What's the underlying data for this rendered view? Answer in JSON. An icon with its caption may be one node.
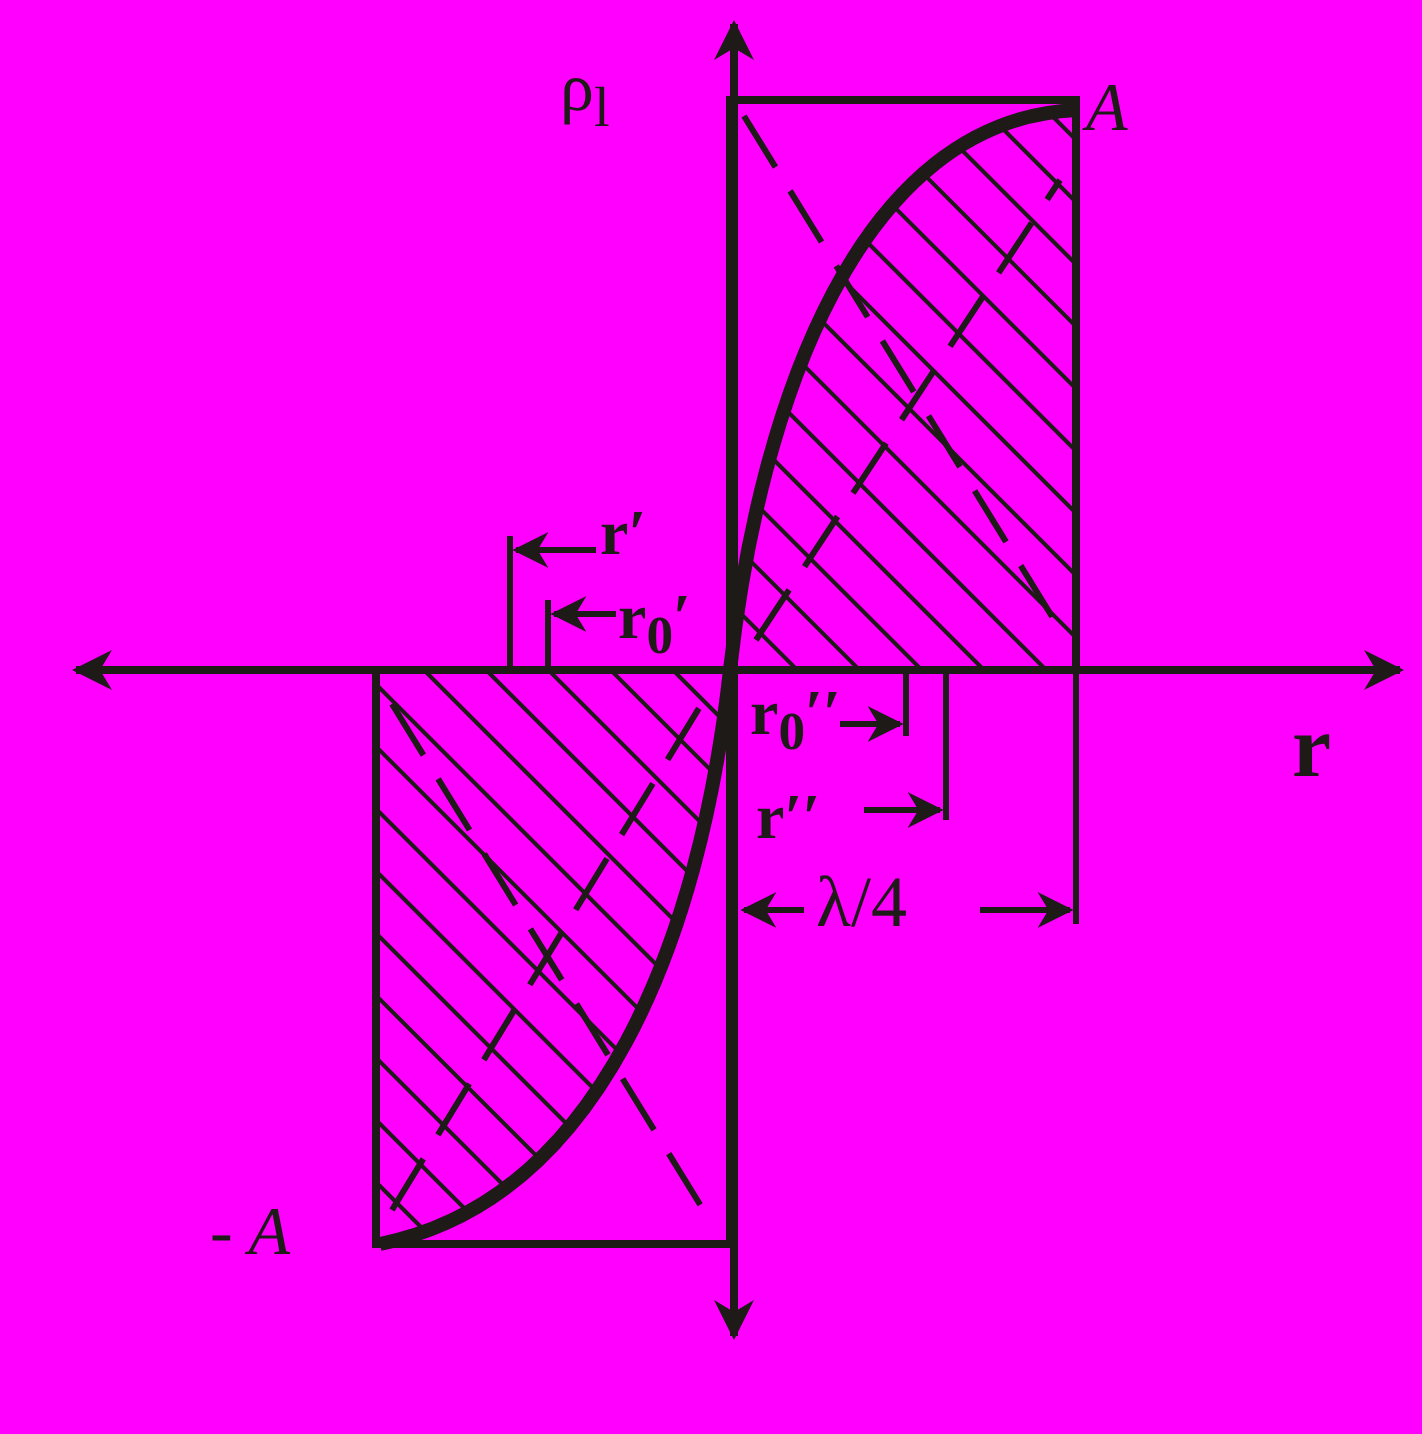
{
  "diagram": {
    "labels": [
      "ρ$_{l}$",
      "A",
      "r′",
      "r$_{0}$′",
      "r",
      "r$_{0}$′′",
      "r′′",
      "λ/4",
      "- A"
    ]
  }
}
